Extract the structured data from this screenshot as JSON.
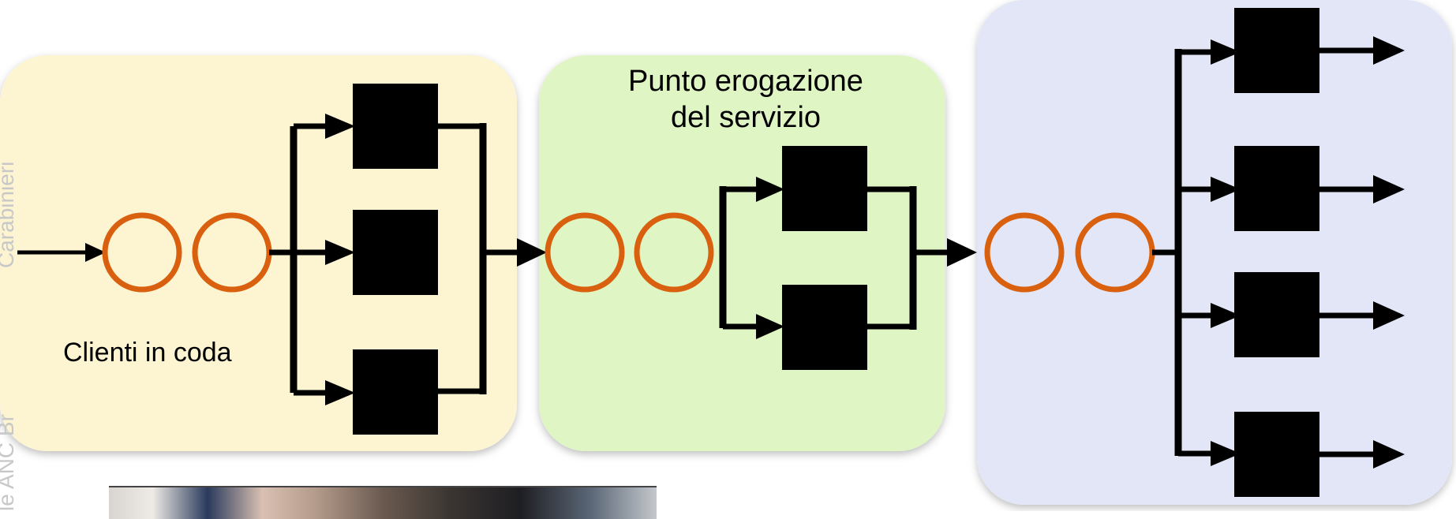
{
  "labels": {
    "clients_in_queue": "Clienti in coda",
    "service_point_line1": "Punto erogazione",
    "service_point_line2": "del servizio"
  },
  "watermark": {
    "text_top": "Carabinieri",
    "text_bottom": "le ANC Br"
  },
  "colors": {
    "panel_left": "#fdf4d2",
    "panel_middle": "#dff5c3",
    "panel_right": "#e3e6f6",
    "queue_circle": "#d9600e",
    "server_box": "#000000",
    "arrows": "#000000"
  },
  "stages": [
    {
      "name": "stage-1",
      "servers": 3,
      "queue_length": 2
    },
    {
      "name": "stage-2",
      "servers": 2,
      "queue_length": 2
    },
    {
      "name": "stage-3",
      "servers": 4,
      "queue_length": 2
    }
  ]
}
